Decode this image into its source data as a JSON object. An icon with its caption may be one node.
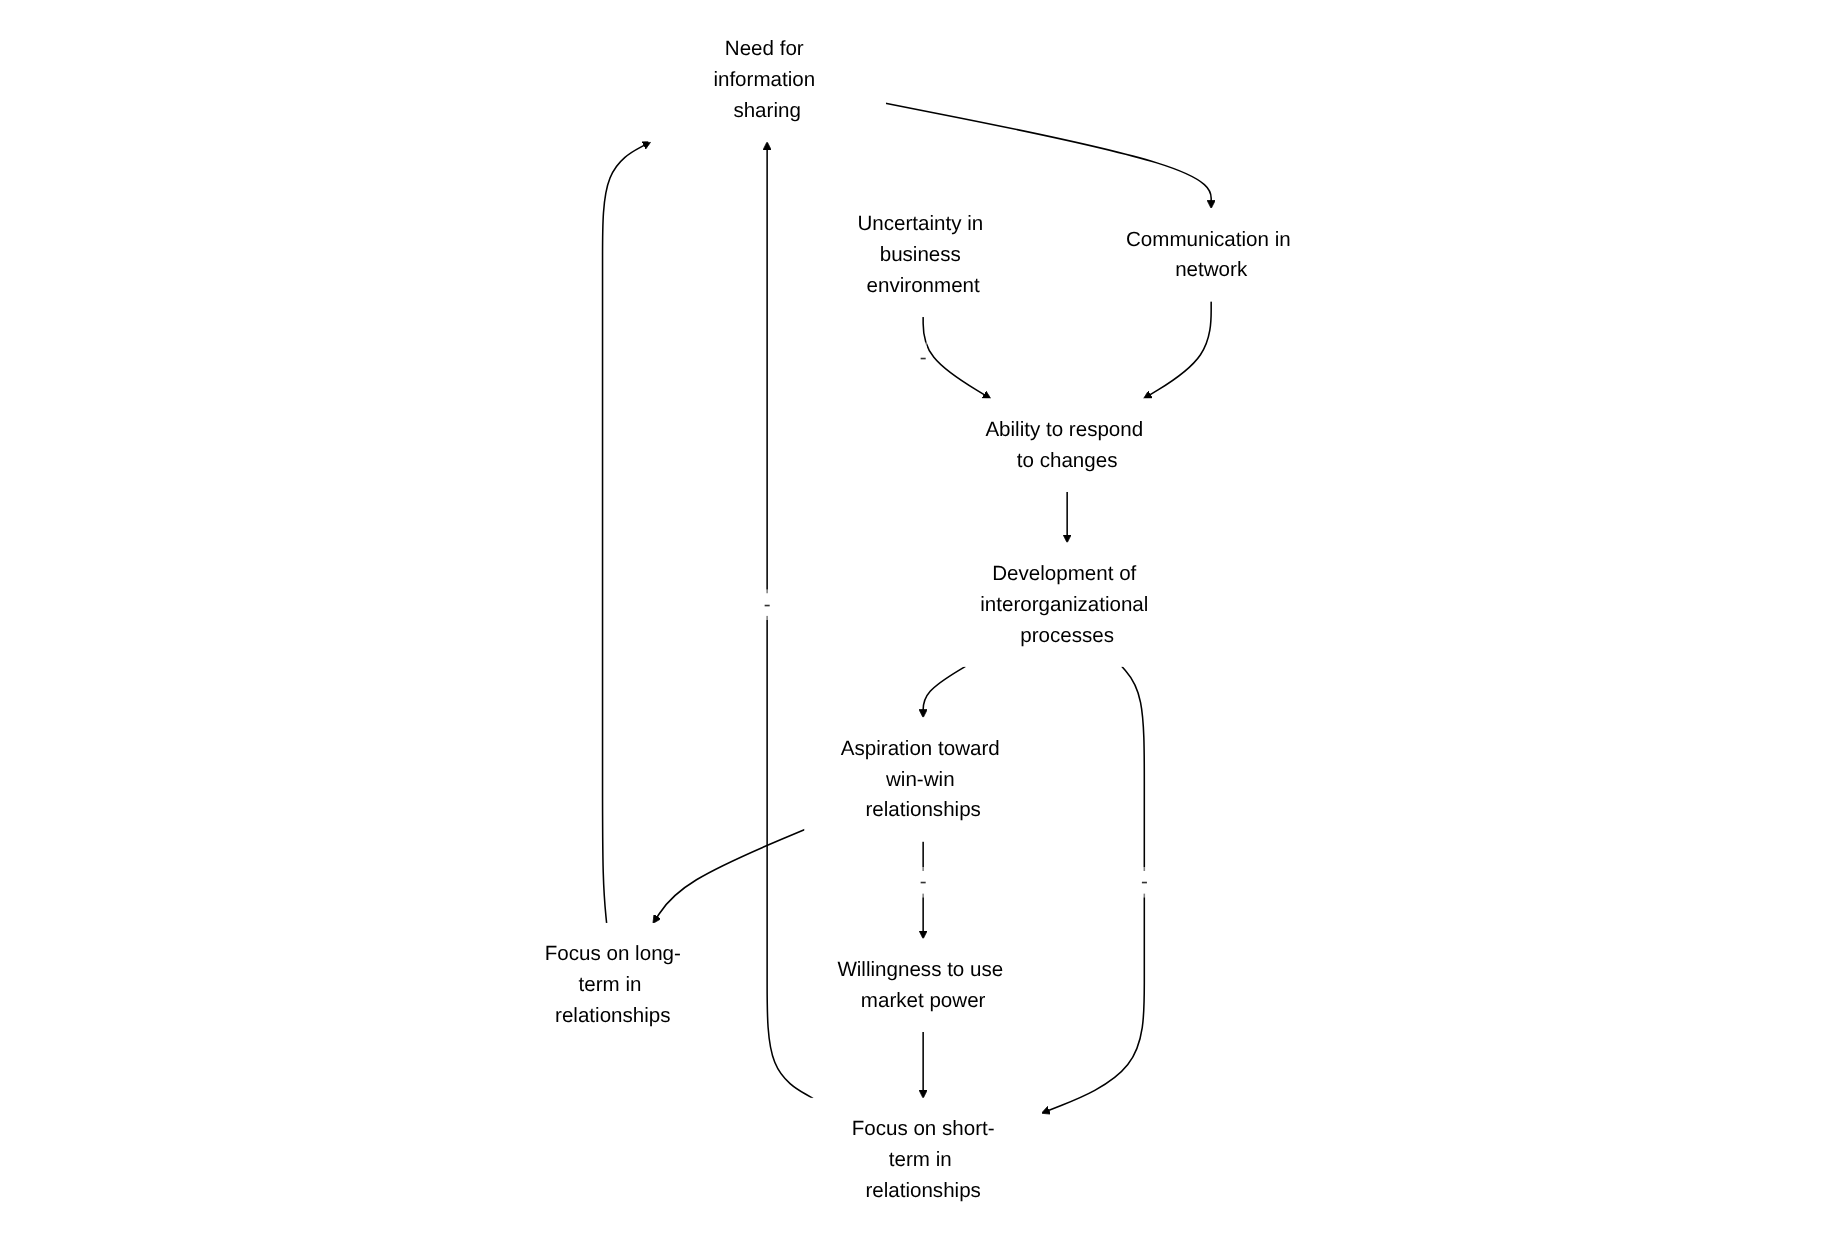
{
  "diagram": {
    "nodes": [
      {
        "text": [
          "Need for information sharing"
        ]
      },
      {
        "text": [
          "Communication in network"
        ]
      },
      {
        "text": [
          "Uncertainty in business environment"
        ]
      },
      {
        "text": [
          "Focus on long-term in relationships"
        ]
      },
      {
        "text": [
          "Ability to respond to changes"
        ]
      },
      {
        "text": [
          "Willingness to use market power"
        ]
      },
      {
        "text": [
          "Focus on short-term in relationships"
        ]
      },
      {
        "text": [
          "Aspiration toward win-win relationships"
        ]
      },
      {
        "text": [
          "Development of interorganizational processes"
        ]
      }
    ],
    "edges": [
      {
        "from": 0,
        "to": 1,
        "arrow": "to"
      },
      {
        "from": 1,
        "to": 4,
        "arrow": "to"
      },
      {
        "from": 2,
        "to": 4,
        "arrow": "to",
        "label": "-"
      },
      {
        "from": 4,
        "to": 8,
        "arrow": "to"
      },
      {
        "from": 8,
        "to": 7,
        "arrow": "to"
      },
      {
        "from": 8,
        "to": 6,
        "arrow": "to",
        "label": "-"
      },
      {
        "from": 7,
        "to": 3,
        "arrow": "to"
      },
      {
        "from": 7,
        "to": 5,
        "arrow": "to",
        "label": "-"
      },
      {
        "from": 3,
        "to": 0,
        "arrow": "to"
      },
      {
        "from": 5,
        "to": 6,
        "arrow": "to"
      },
      {
        "from": 6,
        "to": 0,
        "arrow": "to",
        "label": "-"
      }
    ]
  }
}
